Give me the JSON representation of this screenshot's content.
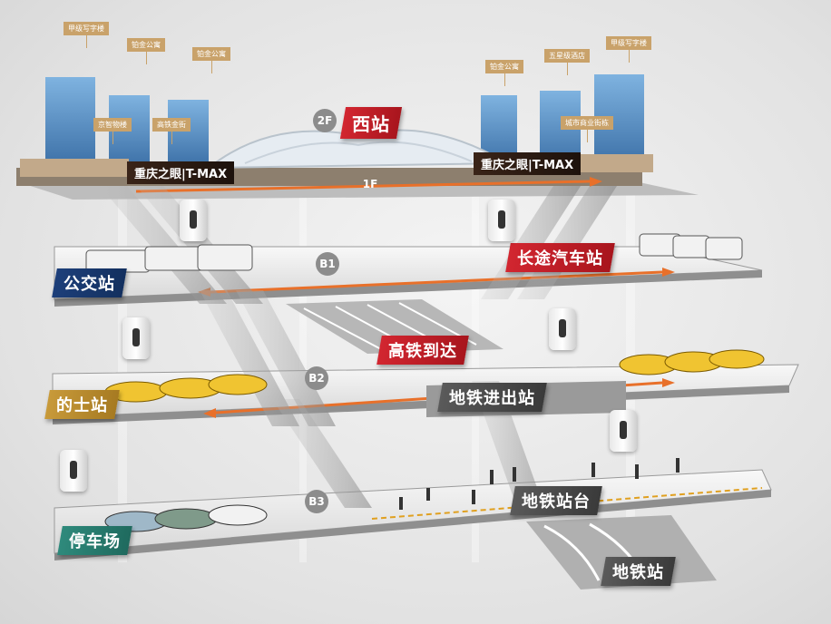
{
  "levels": {
    "l2f": "2F",
    "l1f": "1F",
    "b1": "B1",
    "b2": "B2",
    "b3": "B3"
  },
  "labels": {
    "west_station": "西站",
    "bus_station": "公交站",
    "long_distance_bus": "长途汽车站",
    "hsr_arrival": "高铁到达",
    "taxi_station": "的士站",
    "metro_entrance": "地铁进出站",
    "parking": "停车场",
    "metro_platform": "地铁站台",
    "metro_station": "地铁站",
    "tmax_left": "重庆之眼|T-MAX",
    "tmax_right": "重庆之眼|T-MAX"
  },
  "building_tags": [
    "甲级写字楼",
    "铂金公寓",
    "铂金公寓",
    "京智物楼",
    "高铁金街",
    "铂金公寓",
    "五星级酒店",
    "甲级写字楼",
    "城市商业街栋"
  ],
  "colors": {
    "red": "#d22630",
    "blue": "#1d3f7a",
    "gold": "#c89a3a",
    "green": "#2f8a7c",
    "dark": "#4a4a4a",
    "arrow": "#e8702a"
  }
}
